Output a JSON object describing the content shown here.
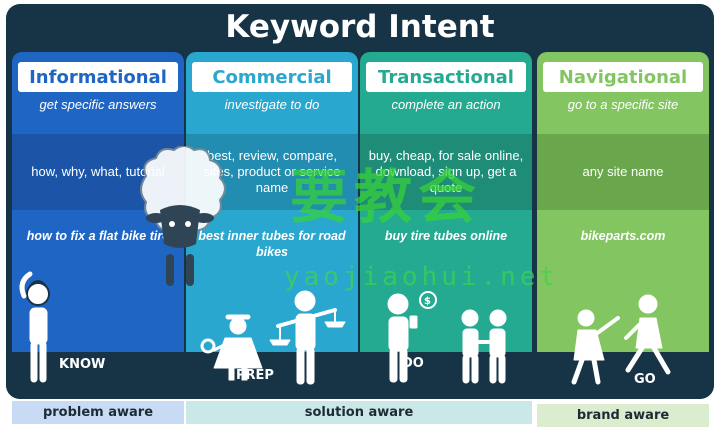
{
  "title": "Keyword Intent",
  "columns": [
    {
      "heading": "Informational",
      "subtitle": "get specific answers",
      "keywords": "how, why, what, tutorial",
      "example": "how to fix a flat bike tire",
      "color": "#1f66c4"
    },
    {
      "heading": "Commercial",
      "subtitle": "investigate to do",
      "keywords": "best, review, compare, sites, product or service name",
      "example": "best inner tubes for road bikes",
      "color": "#2aa7cf"
    },
    {
      "heading": "Transactional",
      "subtitle": "complete an action",
      "keywords": "buy, cheap, for sale online, download, sign up, get a quote",
      "example": "buy tire tubes online",
      "color": "#25aa92"
    },
    {
      "heading": "Navigational",
      "subtitle": "go to a specific site",
      "keywords": "any site name",
      "example": "bikeparts.com",
      "color": "#82c561"
    }
  ],
  "stages": [
    "KNOW",
    "PREP",
    "DO",
    "GO"
  ],
  "awareness": [
    "problem aware",
    "solution aware",
    "brand aware"
  ],
  "watermark": {
    "text": "要教会",
    "url": "yaojiaohui.net"
  },
  "icons": [
    "confused-person-icon",
    "detective-icon",
    "scale-person-icon",
    "phone-shopper-icon",
    "handshake-icon",
    "runner-icon"
  ]
}
